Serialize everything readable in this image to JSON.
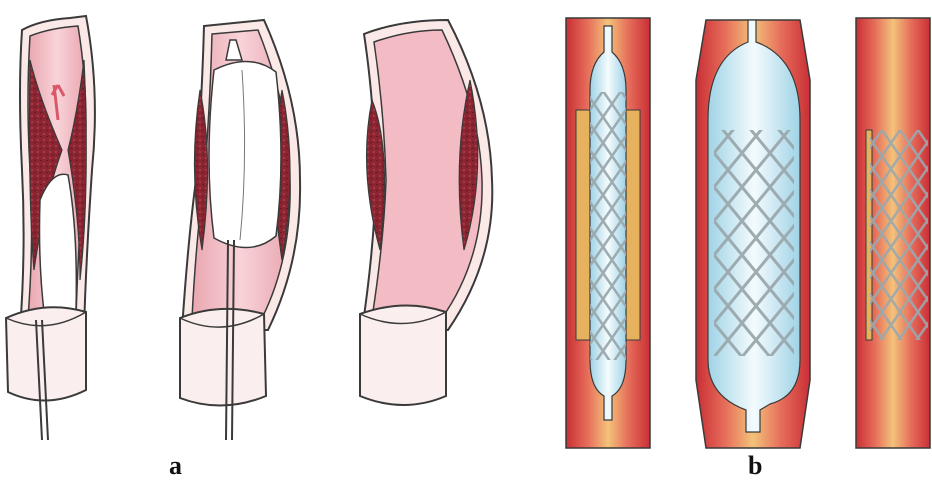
{
  "figure": {
    "panel_a_label": "a",
    "panel_b_label": "b",
    "panel_a_steps": [
      "balloon-catheter-inserted",
      "balloon-inflated",
      "vessel-reopened"
    ],
    "panel_b_steps": [
      "stent-on-deflated-balloon",
      "balloon-expands-stent",
      "stent-deployed"
    ]
  },
  "colors": {
    "vessel_wall_line": "#3a3a3a",
    "vessel_lumen_pink": "#f2bcc3",
    "plaque_dark_red": "#8a2531",
    "wall_red": "#d5473f",
    "fat_yellow": "#e6b25e",
    "balloon_blue": "#cfe9f3",
    "stent_gray": "#9aa8ad"
  }
}
